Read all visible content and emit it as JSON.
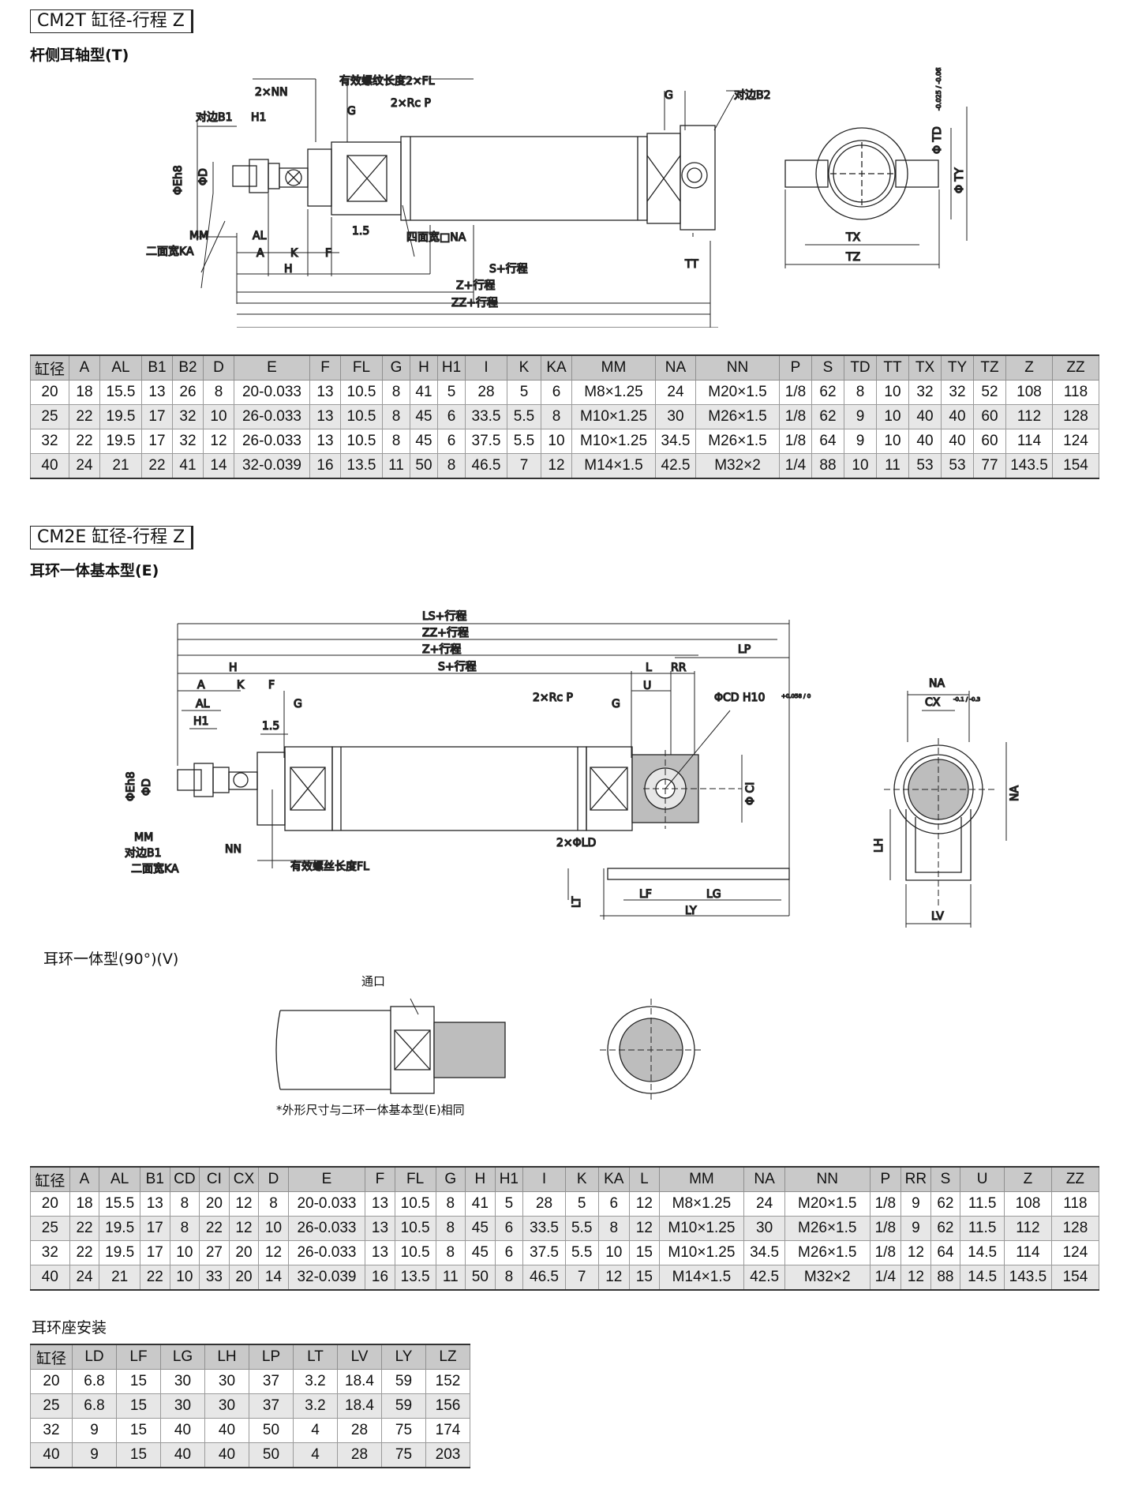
{
  "section1": {
    "title": "CM2T 缸径-行程 Z",
    "subtitle": "杆侧耳轴型(T)",
    "labels": {
      "nn2": "2×NN",
      "fl2": "有效螺纹长度2×FL",
      "g": "G",
      "rcp": "2×Rc P",
      "b1": "对边B1",
      "h1": "H1",
      "b2": "对边B2",
      "eh8": "ΦEh8",
      "d": "ΦD",
      "mm": "MM",
      "ka": "二面宽KA",
      "al": "AL",
      "a": "A",
      "k": "K",
      "f": "F",
      "v15": "1.5",
      "na": "四面宽□NA",
      "h": "H",
      "s": "S+行程",
      "zs": "Z+行程",
      "zz": "ZZ+行程",
      "tt": "TT",
      "tx": "TX",
      "tz": "TZ",
      "td": "Φ TD",
      "ty": "Φ TY",
      "tol": "-0.025 / -0.061"
    },
    "headers": [
      "缸径",
      "A",
      "AL",
      "B1",
      "B2",
      "D",
      "E",
      "F",
      "FL",
      "G",
      "H",
      "H1",
      "I",
      "K",
      "KA",
      "MM",
      "NA",
      "NN",
      "P",
      "S",
      "TD",
      "TT",
      "TX",
      "TY",
      "TZ",
      "Z",
      "ZZ"
    ],
    "rows": [
      [
        "20",
        "18",
        "15.5",
        "13",
        "26",
        "8",
        "20-0.033",
        "13",
        "10.5",
        "8",
        "41",
        "5",
        "28",
        "5",
        "6",
        "M8×1.25",
        "24",
        "M20×1.5",
        "1/8",
        "62",
        "8",
        "10",
        "32",
        "32",
        "52",
        "108",
        "118"
      ],
      [
        "25",
        "22",
        "19.5",
        "17",
        "32",
        "10",
        "26-0.033",
        "13",
        "10.5",
        "8",
        "45",
        "6",
        "33.5",
        "5.5",
        "8",
        "M10×1.25",
        "30",
        "M26×1.5",
        "1/8",
        "62",
        "9",
        "10",
        "40",
        "40",
        "60",
        "112",
        "128"
      ],
      [
        "32",
        "22",
        "19.5",
        "17",
        "32",
        "12",
        "26-0.033",
        "13",
        "10.5",
        "8",
        "45",
        "6",
        "37.5",
        "5.5",
        "10",
        "M10×1.25",
        "34.5",
        "M26×1.5",
        "1/8",
        "64",
        "9",
        "10",
        "40",
        "40",
        "60",
        "114",
        "124"
      ],
      [
        "40",
        "24",
        "21",
        "22",
        "41",
        "14",
        "32-0.039",
        "16",
        "13.5",
        "11",
        "50",
        "8",
        "46.5",
        "7",
        "12",
        "M14×1.5",
        "42.5",
        "M32×2",
        "1/4",
        "88",
        "10",
        "11",
        "53",
        "53",
        "77",
        "143.5",
        "154"
      ]
    ]
  },
  "section2": {
    "title": "CM2E 缸径-行程 Z",
    "subtitle": "耳环一体基本型(E)",
    "labels": {
      "ls": "LS+行程",
      "zz": "ZZ+行程",
      "zs": "Z+行程",
      "lp": "LP",
      "h": "H",
      "s": "S+行程",
      "l": "L",
      "rr": "RR",
      "a": "A",
      "k": "K",
      "f": "F",
      "u": "U",
      "al": "AL",
      "g": "G",
      "rcp": "2×Rc P",
      "cd": "ΦCD H10",
      "h1": "H1",
      "v15": "1.5",
      "eh8": "ΦEh8",
      "d": "ΦD",
      "ci": "Φ CI",
      "mm": "MM",
      "b1": "对边B1",
      "ka": "二面宽KA",
      "nn": "NN",
      "fl": "有效螺丝长度FL",
      "ld": "2×ΦLD",
      "lt": "LT",
      "lf": "LF",
      "lg": "LG",
      "ly": "LY",
      "na": "NA",
      "cx": "CX",
      "lh": "LH",
      "lv": "LV",
      "cd_tol": "+0.058 / 0",
      "cx_tol": "-0.1 / -0.3"
    },
    "v_label": "耳环一体型(90°)(V)",
    "port_label": "通口",
    "note": "*外形尺寸与二环一体基本型(E)相同",
    "headers": [
      "缸径",
      "A",
      "AL",
      "B1",
      "CD",
      "CI",
      "CX",
      "D",
      "E",
      "F",
      "FL",
      "G",
      "H",
      "H1",
      "I",
      "K",
      "KA",
      "L",
      "MM",
      "NA",
      "NN",
      "P",
      "RR",
      "S",
      "U",
      "Z",
      "ZZ"
    ],
    "rows": [
      [
        "20",
        "18",
        "15.5",
        "13",
        "8",
        "20",
        "12",
        "8",
        "20-0.033",
        "13",
        "10.5",
        "8",
        "41",
        "5",
        "28",
        "5",
        "6",
        "12",
        "M8×1.25",
        "24",
        "M20×1.5",
        "1/8",
        "9",
        "62",
        "11.5",
        "108",
        "118"
      ],
      [
        "25",
        "22",
        "19.5",
        "17",
        "8",
        "22",
        "12",
        "10",
        "26-0.033",
        "13",
        "10.5",
        "8",
        "45",
        "6",
        "33.5",
        "5.5",
        "8",
        "12",
        "M10×1.25",
        "30",
        "M26×1.5",
        "1/8",
        "9",
        "62",
        "11.5",
        "112",
        "128"
      ],
      [
        "32",
        "22",
        "19.5",
        "17",
        "10",
        "27",
        "20",
        "12",
        "26-0.033",
        "13",
        "10.5",
        "8",
        "45",
        "6",
        "37.5",
        "5.5",
        "10",
        "15",
        "M10×1.25",
        "34.5",
        "M26×1.5",
        "1/8",
        "12",
        "64",
        "14.5",
        "114",
        "124"
      ],
      [
        "40",
        "24",
        "21",
        "22",
        "10",
        "33",
        "20",
        "14",
        "32-0.039",
        "16",
        "13.5",
        "11",
        "50",
        "8",
        "46.5",
        "7",
        "12",
        "15",
        "M14×1.5",
        "42.5",
        "M32×2",
        "1/4",
        "12",
        "88",
        "14.5",
        "143.5",
        "154"
      ]
    ]
  },
  "section3": {
    "title": "耳环座安装",
    "headers": [
      "缸径",
      "LD",
      "LF",
      "LG",
      "LH",
      "LP",
      "LT",
      "LV",
      "LY",
      "LZ"
    ],
    "rows": [
      [
        "20",
        "6.8",
        "15",
        "30",
        "30",
        "37",
        "3.2",
        "18.4",
        "59",
        "152"
      ],
      [
        "25",
        "6.8",
        "15",
        "30",
        "30",
        "37",
        "3.2",
        "18.4",
        "59",
        "156"
      ],
      [
        "32",
        "9",
        "15",
        "40",
        "40",
        "50",
        "4",
        "28",
        "75",
        "174"
      ],
      [
        "40",
        "9",
        "15",
        "40",
        "40",
        "50",
        "4",
        "28",
        "75",
        "203"
      ]
    ]
  }
}
